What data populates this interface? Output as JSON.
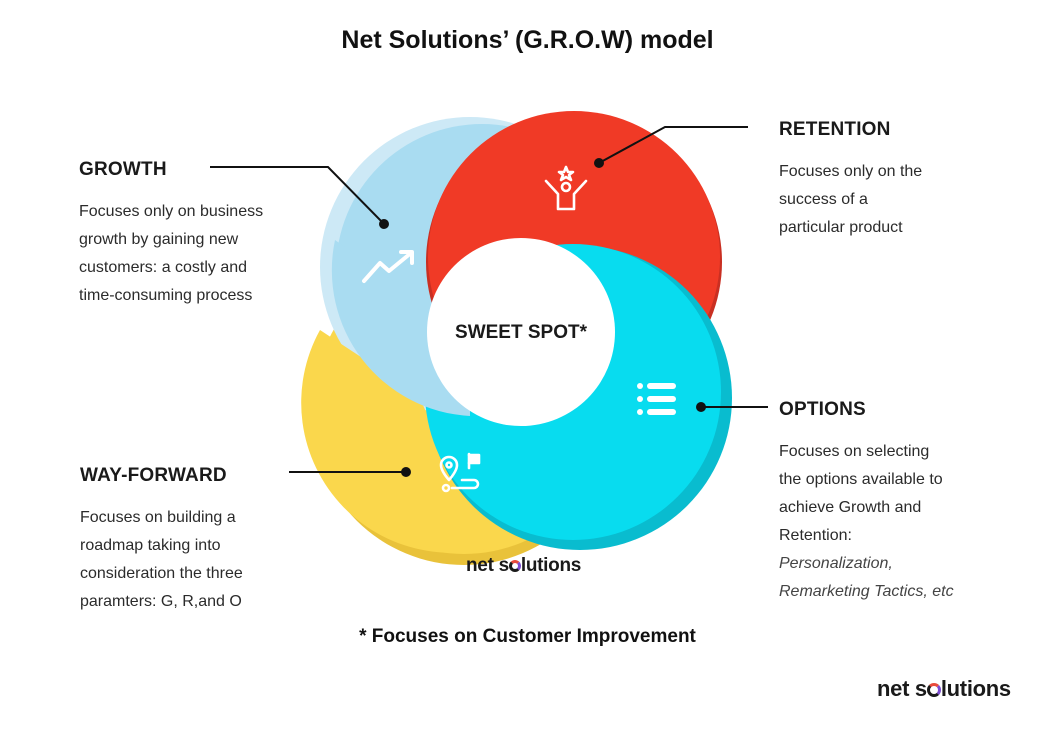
{
  "title": "Net Solutions’ (G.R.O.W) model",
  "center_label": "SWEET SPOT*",
  "sections": {
    "growth": {
      "heading": "GROWTH",
      "lines": [
        "Focuses only on business",
        "growth by gaining new",
        "customers: a costly and",
        "time-consuming process"
      ],
      "color": "#a9dcf1",
      "icon": "trend-up-icon"
    },
    "retention": {
      "heading": "RETENTION",
      "lines": [
        "Focuses only on the",
        "success of a",
        "particular product"
      ],
      "color": "#f03a26",
      "icon": "celebrating-person-icon"
    },
    "options": {
      "heading": "OPTIONS",
      "lines": [
        "Focuses on selecting",
        "the options available to",
        "achieve Growth and",
        "Retention:"
      ],
      "italic_lines": [
        "Personalization,",
        "Remarketing Tactics, etc"
      ],
      "color": "#08dcef",
      "icon": "list-icon"
    },
    "way_forward": {
      "heading": "WAY-FORWARD",
      "lines": [
        "Focuses on building a",
        "roadmap taking into",
        "consideration the three",
        "paramters: G, R,and O"
      ],
      "color": "#fad74c",
      "icon": "route-map-icon"
    }
  },
  "footnote": "* Focuses on Customer Improvement",
  "brand": {
    "left": "net s",
    "right": "lutions"
  }
}
